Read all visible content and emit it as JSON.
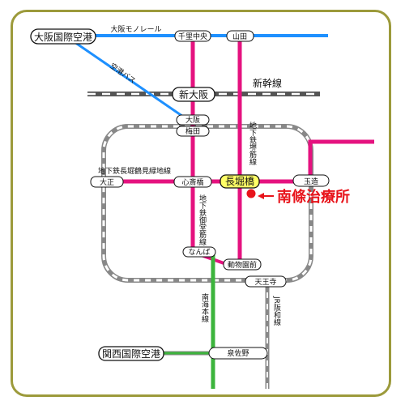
{
  "stations": {
    "osaka_airport": "大阪国際空港",
    "senri_chuo": "千里中央",
    "yamada": "山田",
    "shin_osaka": "新大阪",
    "osaka": "大阪",
    "umeda": "梅田",
    "taisho": "大正",
    "shinsaibashi": "心斎橋",
    "nagahoribashi": "長堀橋",
    "tamatsukuri": "玉造",
    "namba": "なんば",
    "dobutsuen_mae": "動物園前",
    "tennoji": "天王寺",
    "kansai_airport": "関西国際空港",
    "izumisano": "泉佐野"
  },
  "lines": {
    "monorail": "大阪モノレール",
    "airport_bus": "空港バス",
    "shinkansen": "新幹線",
    "sakaisuji": "地下鉄堺筋線",
    "nagahori_tsurumi": "地下鉄長堀鶴見緑地線",
    "midosuji": "地下鉄御堂筋線",
    "nankai": "南海本線",
    "jr_hanwa": "JR阪和線"
  },
  "clinic": {
    "name": "南條治療所"
  },
  "colors": {
    "frame": "#9c9a3b",
    "monorail": "#1e90ff",
    "pink": "#e5127f",
    "nankai": "#3cb43c",
    "clinic": "#e8141b",
    "highlight": "#ffff66"
  }
}
